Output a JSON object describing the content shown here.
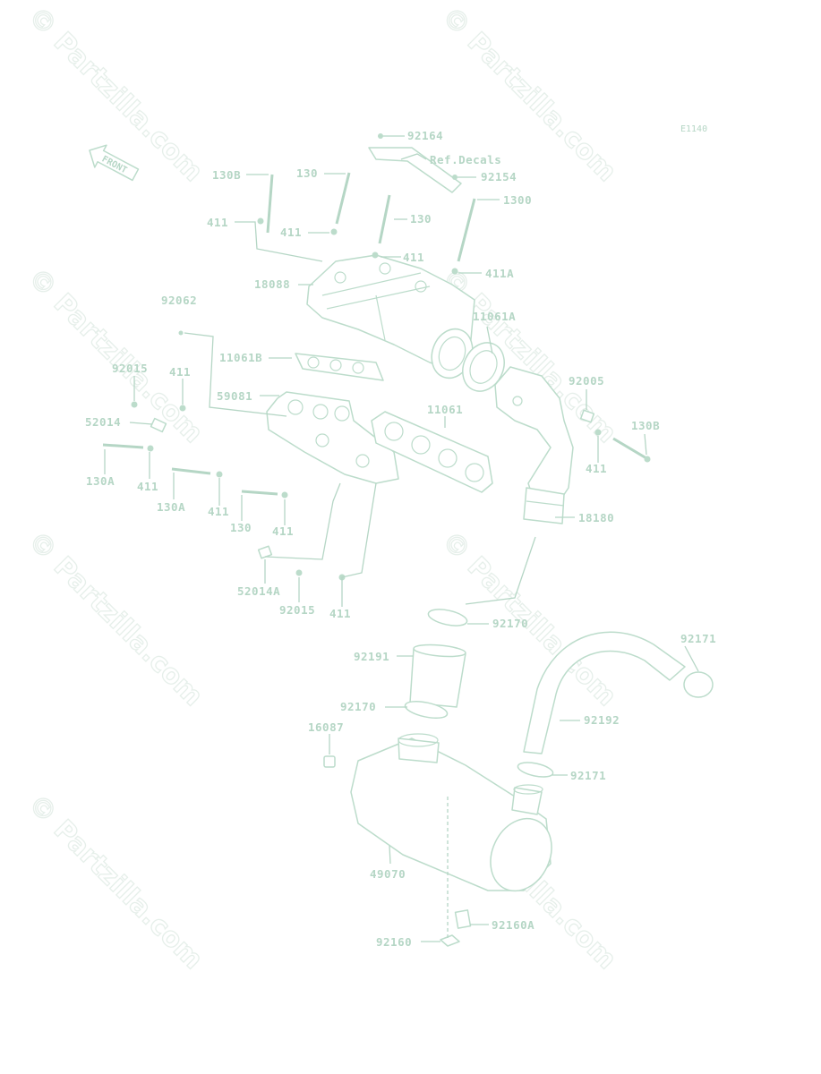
{
  "diagram_code": "E1140",
  "front_label": "FRONT",
  "watermark": "© Partzilla.com",
  "callouts": {
    "p92164": "92164",
    "ref_decals": "Ref.Decals",
    "p92154": "92154",
    "p130b_top": "130B",
    "p130_top_a": "130",
    "p130_top_b": "130",
    "p1300": "1300",
    "p411_a": "411",
    "p411_b": "411",
    "p411_c": "411",
    "p411a": "411A",
    "p18088": "18088",
    "p11061a": "11061A",
    "p92062": "92062",
    "p11061b": "11061B",
    "p92015_a": "92015",
    "p411_d": "411",
    "p59081": "59081",
    "p92005": "92005",
    "p52014": "52014",
    "p11061": "11061",
    "p130b_right": "130B",
    "p130a_a": "130A",
    "p411_e": "411",
    "p130a_b": "130A",
    "p411_f": "411",
    "p411_right": "411",
    "p130_mid": "130",
    "p411_g": "411",
    "p18180": "18180",
    "p52014a": "52014A",
    "p92015_b": "92015",
    "p411_h": "411",
    "p92170_a": "92170",
    "p92171_a": "92171",
    "p92191": "92191",
    "p92170_b": "92170",
    "p92192": "92192",
    "p16087": "16087",
    "p92171_b": "92171",
    "p49070": "49070",
    "p92160a": "92160A",
    "p92160": "92160"
  }
}
